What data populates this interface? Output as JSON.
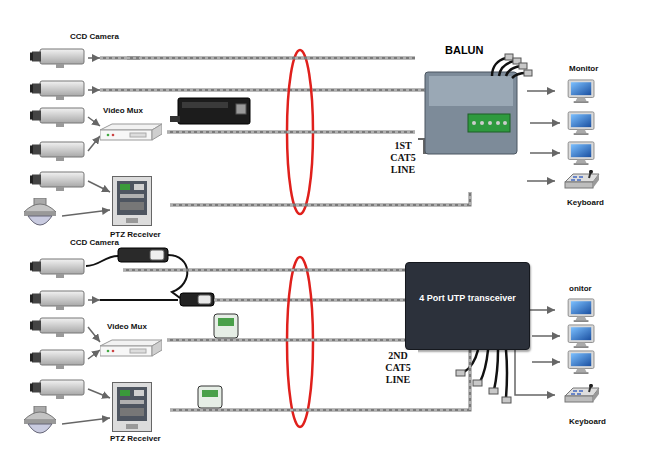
{
  "diagram": {
    "nodes": [
      {
        "text": [
          "CCD Camera"
        ]
      },
      {
        "text": [
          "Video Mux"
        ]
      },
      {
        "text": [
          "PTZ Receiver"
        ]
      },
      {
        "text": [
          "BALUN"
        ]
      },
      {
        "text": [
          "Monitor"
        ]
      },
      {
        "text": [
          "Keyboard"
        ]
      },
      {
        "text": [
          "CCD Camera"
        ]
      },
      {
        "text": [
          "Video Mux"
        ]
      },
      {
        "text": [
          "PTZ Receiver"
        ]
      },
      {
        "text": [
          "4 Port UTP transceiver"
        ]
      },
      {
        "text": [
          "onitor"
        ]
      },
      {
        "text": [
          "Keyboard"
        ]
      }
    ],
    "edges": [
      {
        "from": 0,
        "to": 3,
        "arrow": "none"
      },
      {
        "from": 1,
        "to": 3,
        "arrow": "none"
      },
      {
        "from": 2,
        "to": 3,
        "arrow": "none"
      },
      {
        "from": 3,
        "to": 4,
        "arrow": "to"
      },
      {
        "from": 3,
        "to": 5,
        "arrow": "to"
      },
      {
        "from": 6,
        "to": 9,
        "arrow": "none"
      },
      {
        "from": 7,
        "to": 9,
        "arrow": "none"
      },
      {
        "from": 8,
        "to": 9,
        "arrow": "none"
      },
      {
        "from": 9,
        "to": 10,
        "arrow": "to"
      },
      {
        "from": 9,
        "to": 11,
        "arrow": "to"
      }
    ],
    "labels": [
      "1ST CAT5 LINE",
      "2ND CAT5 LINE"
    ]
  }
}
